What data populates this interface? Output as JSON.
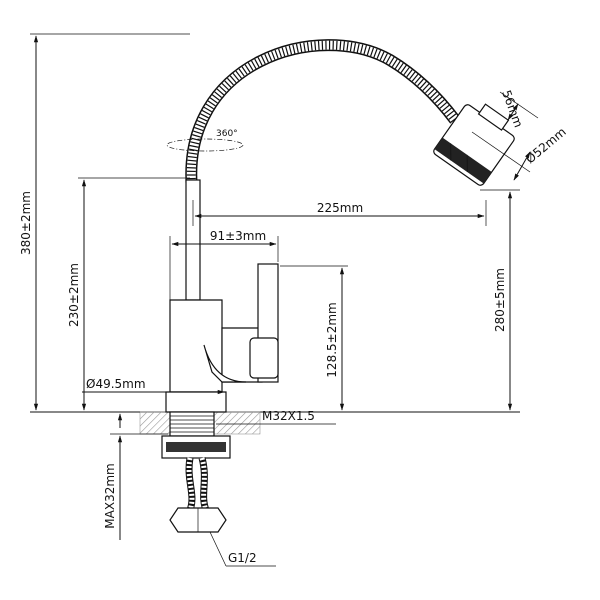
{
  "dimensions": {
    "total_height": "380±2mm",
    "spout_height": "230±2mm",
    "outlet_height": "280±5mm",
    "handle_height": "128.5±2mm",
    "reach": "225mm",
    "handle_offset": "91±3mm",
    "base_diameter": "Ø49.5mm",
    "head_diameter": "Ø52mm",
    "head_length": "56mm",
    "thread": "M32X1.5",
    "max_counter_thickness": "MAX32mm",
    "hose_connector": "G1/2",
    "rotation": "360°"
  },
  "colors": {
    "line": "#111111",
    "hatch": "#999999"
  }
}
